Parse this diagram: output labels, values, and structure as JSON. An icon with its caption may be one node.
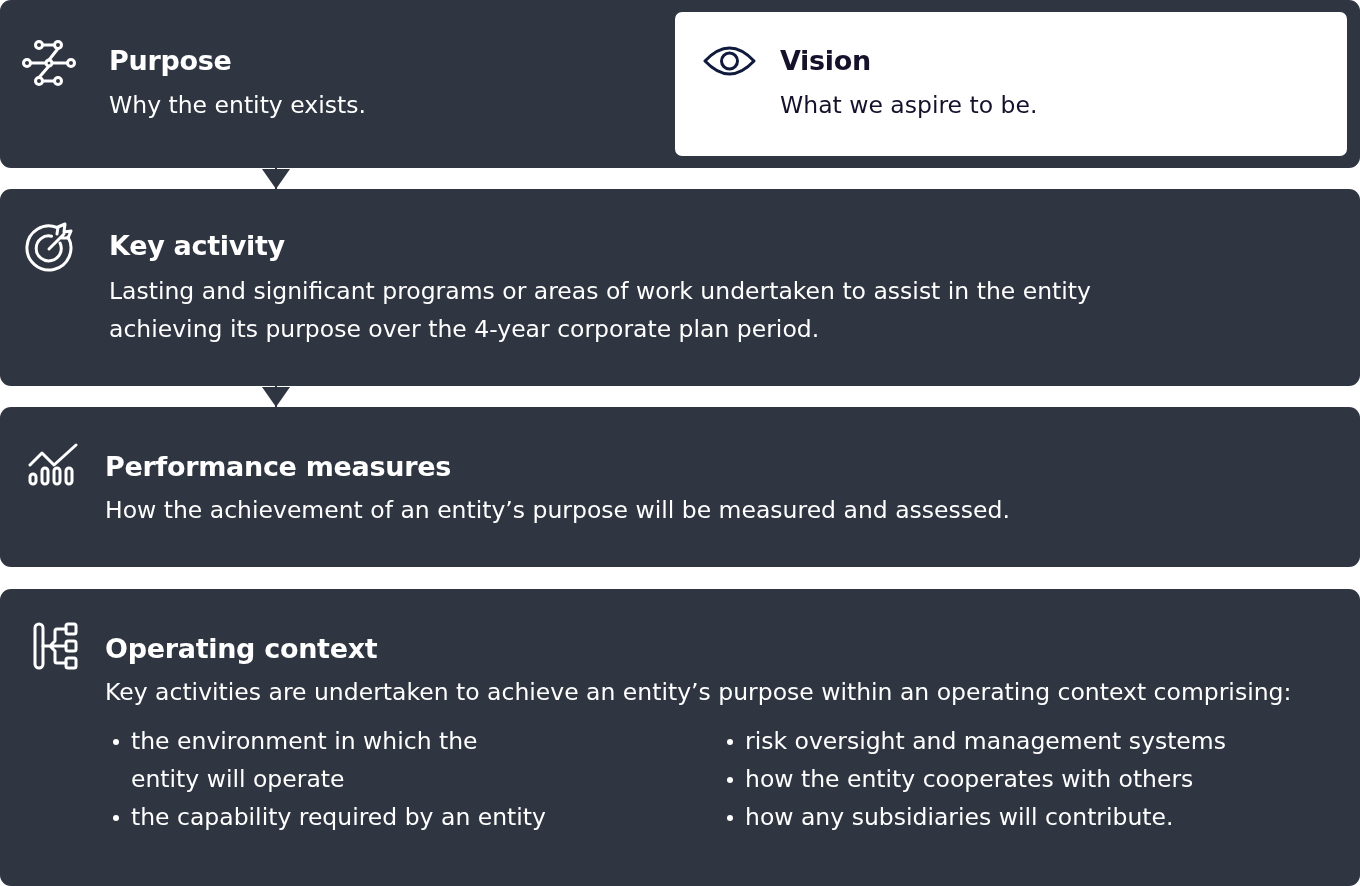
{
  "diagram": {
    "nodes": [
      {
        "text": [
          "Purpose",
          "Why the entity exists."
        ]
      },
      {
        "text": [
          "Vision",
          "What we aspire to be."
        ],
        "in": 0
      },
      {
        "text": [
          "Key activity",
          "Lasting and significant programs or areas of work undertaken to assist in the entity achieving its purpose over the 4-year corporate plan period."
        ]
      },
      {
        "text": [
          "Performance measures",
          "How the achievement of an entity’s purpose will be measured and assessed."
        ]
      },
      {
        "text": [
          "Operating context",
          "Key activities are undertaken to achieve an entity’s purpose within an operating context comprising:",
          "the environment in which the entity will operate",
          "the capability required by an entity",
          "risk oversight and management systems",
          "how the entity cooperates with others",
          "how any subsidiaries will contribute."
        ]
      }
    ],
    "edges": [
      {
        "from": 0,
        "to": 2,
        "arrow": "to"
      },
      {
        "from": 2,
        "to": 3,
        "arrow": "to"
      }
    ]
  }
}
